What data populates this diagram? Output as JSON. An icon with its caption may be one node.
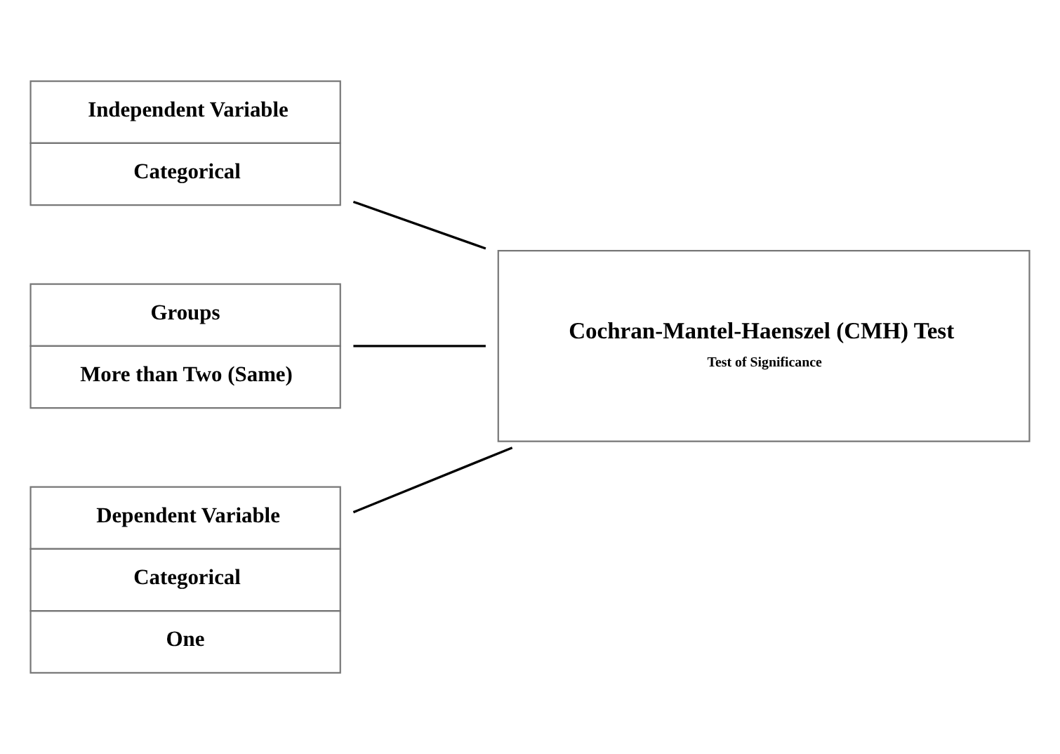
{
  "diagram": {
    "nodes": [
      {
        "text": [
          "Independent Variable",
          "Categorical"
        ]
      },
      {
        "text": [
          "Groups",
          "More than Two (Same)"
        ]
      },
      {
        "text": [
          "Dependent Variable",
          "Categorical",
          "One"
        ]
      },
      {
        "text": [
          "Cochran-Mantel-Haenszel (CMH) Test",
          "Test of Significance"
        ]
      }
    ],
    "edges": [
      {
        "from": 0,
        "to": 3,
        "arrow": "none"
      },
      {
        "from": 1,
        "to": 3,
        "arrow": "none"
      },
      {
        "from": 2,
        "to": 3,
        "arrow": "none"
      }
    ]
  }
}
